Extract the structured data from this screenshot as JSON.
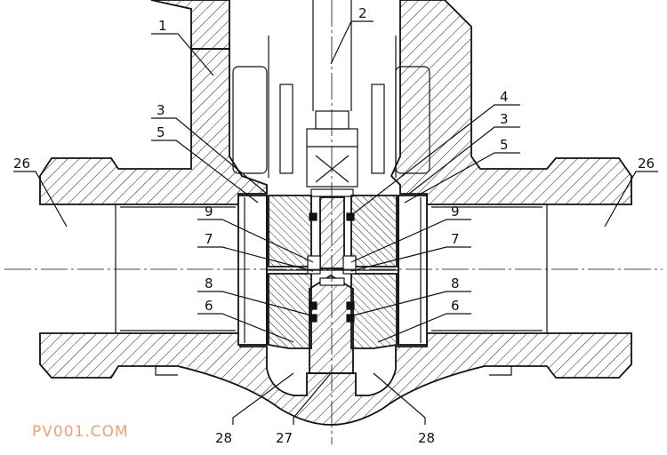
{
  "diagram": {
    "title": "Valve cross-section drawing",
    "labels": {
      "l1": "1",
      "l2": "2",
      "l3a": "3",
      "l3b": "3",
      "l4": "4",
      "l5a": "5",
      "l5b": "5",
      "l26a": "26",
      "l26b": "26",
      "l9a": "9",
      "l9b": "9",
      "l7a": "7",
      "l7b": "7",
      "l8a": "8",
      "l8b": "8",
      "l6a": "6",
      "l6b": "6",
      "l28a": "28",
      "l27": "27",
      "l28b": "28"
    }
  },
  "watermark": {
    "text": "PV001.COM",
    "color": "#f0a070"
  },
  "colors": {
    "line": "#111111",
    "background": "#ffffff"
  }
}
